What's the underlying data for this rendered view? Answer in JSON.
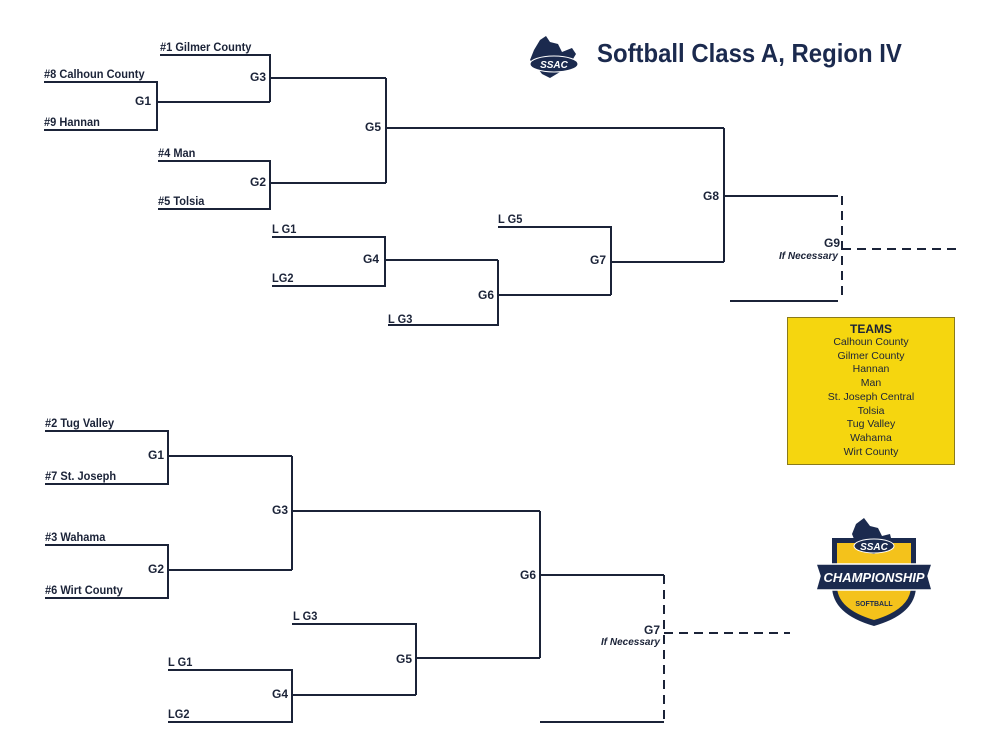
{
  "header": {
    "title": "Softball Class A, Region IV",
    "logo_text": "SSAC"
  },
  "top_bracket": {
    "teams": [
      "#1 Gilmer County",
      "#8 Calhoun County",
      "#9 Hannan",
      "#4 Man",
      "#5 Tolsia"
    ],
    "losers": [
      "L G1",
      "LG2",
      "L G5",
      "L G3"
    ],
    "games": [
      "G3",
      "G1",
      "G5",
      "G2",
      "G4",
      "G8",
      "G6",
      "G7",
      "G9"
    ],
    "if_necessary": "If Necessary"
  },
  "bottom_bracket": {
    "teams": [
      "#2 Tug Valley",
      "#7 St. Joseph",
      "#3 Wahama",
      "#6 Wirt County"
    ],
    "losers": [
      "L G3",
      "L G1",
      "LG2"
    ],
    "games": [
      "G1",
      "G3",
      "G2",
      "G6",
      "G7",
      "G5",
      "G4"
    ],
    "if_necessary": "If Necessary"
  },
  "teams_box": {
    "heading": "TEAMS",
    "items": [
      "Calhoun County",
      "Gilmer County",
      "Hannan",
      "Man",
      "St. Joseph Central",
      "Tolsia",
      "Tug Valley",
      "Wahama",
      "Wirt County"
    ]
  },
  "badge": {
    "logo": "SSAC",
    "main": "CHAMPIONSHIP",
    "sub": "SOFTBALL"
  },
  "colors": {
    "line": "#1b2338",
    "title": "#1b2a4e",
    "teams_box": "#f5d60f",
    "badge_gold": "#f4c21b",
    "badge_navy": "#1b2a4e"
  }
}
